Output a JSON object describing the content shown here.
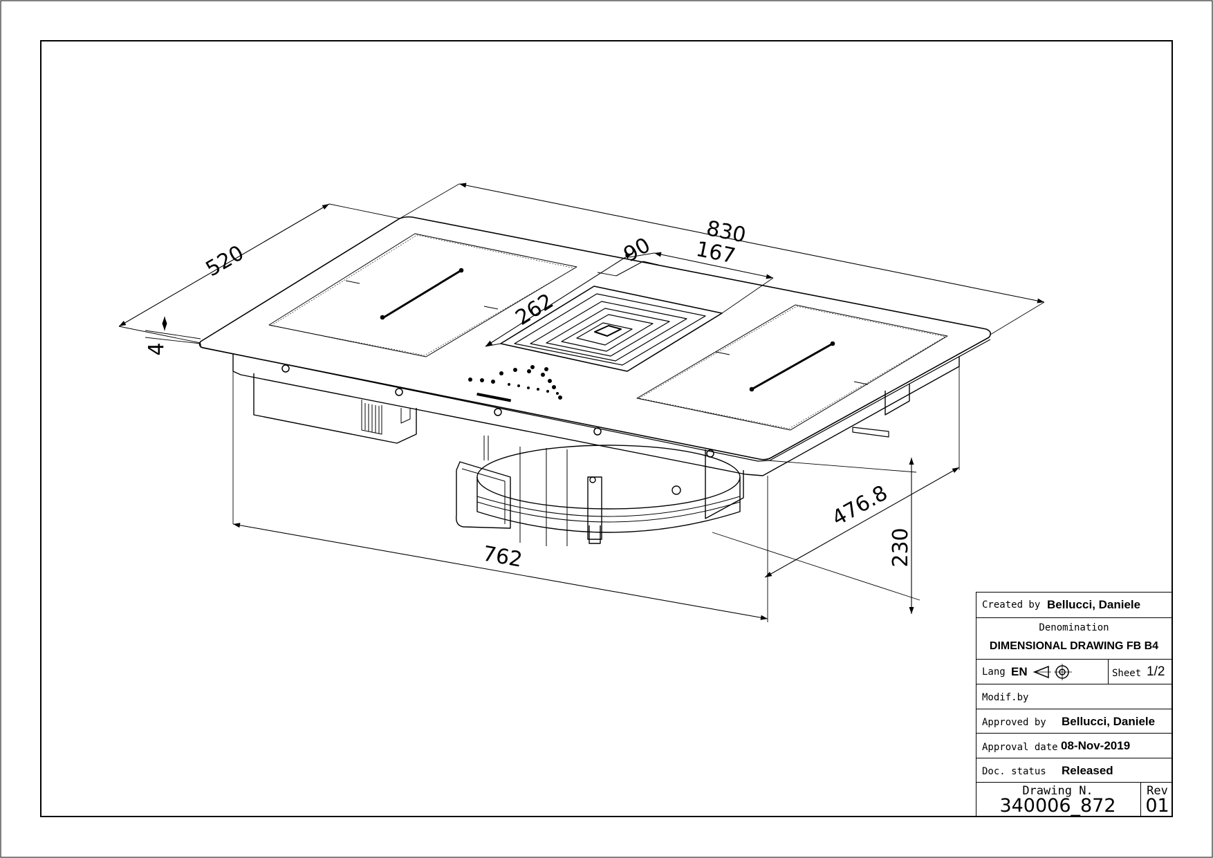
{
  "dimensions": {
    "overall_length": "830",
    "overall_depth": "520",
    "glass_thickness": "4",
    "vent_width": "90",
    "vent_length": "167",
    "vent_depth": "262",
    "cutout_length": "762",
    "cutout_depth": "476.8",
    "build_height": "230"
  },
  "title_block": {
    "created_by_label": "Created by",
    "created_by_value": "Bellucci, Daniele",
    "denomination_label": "Denomination",
    "denomination_value": "DIMENSIONAL DRAWING FB B4",
    "lang_label": "Lang",
    "lang_value": "EN",
    "projection_icon": "first-angle-projection-icon",
    "sheet_label": "Sheet",
    "sheet_value": "1/2",
    "modif_label": "Modif.by",
    "modif_value": "",
    "approved_by_label": "Approved by",
    "approved_by_value": "Bellucci, Daniele",
    "approval_date_label": "Approval date",
    "approval_date_value": "08-Nov-2019",
    "doc_status_label": "Doc. status",
    "doc_status_value": "Released",
    "drawing_n_label": "Drawing N.",
    "drawing_n_value": "340006_872",
    "rev_label": "Rev",
    "rev_value": "01"
  }
}
